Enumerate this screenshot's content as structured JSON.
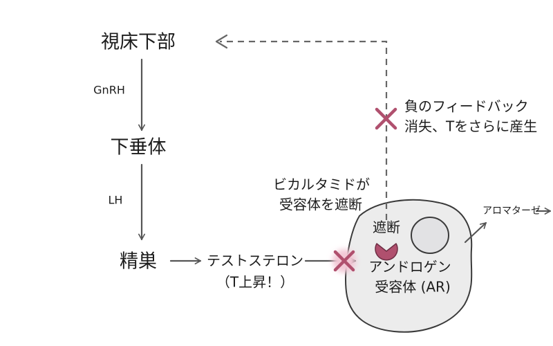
{
  "nodes": {
    "hypothalamus": "視床下部",
    "pituitary": "下垂体",
    "testis": "精巣",
    "gnrh": "GnRH",
    "lh": "LH",
    "testosterone": "テストステロン",
    "t_rise": "（T上昇！）",
    "aromatase": "アロマターゼ"
  },
  "annotations": {
    "feedback_line1": "負のフィードバック",
    "feedback_line2": "消失、Tをさらに産生",
    "bicalutamide_line1": "ビカルタミドが",
    "bicalutamide_line2": "受容体を遮断",
    "block": "遮断",
    "receptor_line1": "アンドロゲン",
    "receptor_line2": "受容体 (AR)"
  },
  "colors": {
    "arrow": "#555555",
    "cross": "#b0506e",
    "cross_glow": "#f2c7d5",
    "cell_fill": "#ececec",
    "cell_stroke": "#3a3a3a",
    "nucleus_fill": "#e2e2e4",
    "drug": "#b0506e"
  },
  "icons": {
    "block_mark": "cross-icon",
    "drug_shape": "pacman-icon"
  }
}
